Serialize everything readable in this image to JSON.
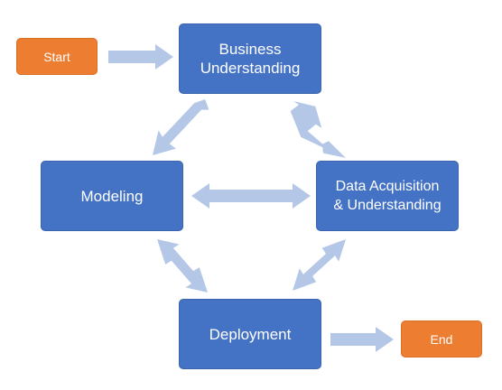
{
  "diagram": {
    "nodes": {
      "start": "Start",
      "end": "End",
      "business": "Business\nUnderstanding",
      "modeling": "Modeling",
      "data": "Data Acquisition\n& Understanding",
      "deployment": "Deployment"
    },
    "colors": {
      "process_box": "#4472c4",
      "terminal_box": "#ed7d31",
      "arrow": "#b4c7e7"
    },
    "edges": [
      {
        "from": "start",
        "to": "business",
        "type": "single-arrow"
      },
      {
        "from": "business",
        "to": "modeling",
        "type": "double-arrow"
      },
      {
        "from": "business",
        "to": "data",
        "type": "double-arrow"
      },
      {
        "from": "modeling",
        "to": "data",
        "type": "double-arrow"
      },
      {
        "from": "modeling",
        "to": "deployment",
        "type": "double-arrow"
      },
      {
        "from": "data",
        "to": "deployment",
        "type": "double-arrow"
      },
      {
        "from": "deployment",
        "to": "end",
        "type": "single-arrow"
      }
    ]
  }
}
